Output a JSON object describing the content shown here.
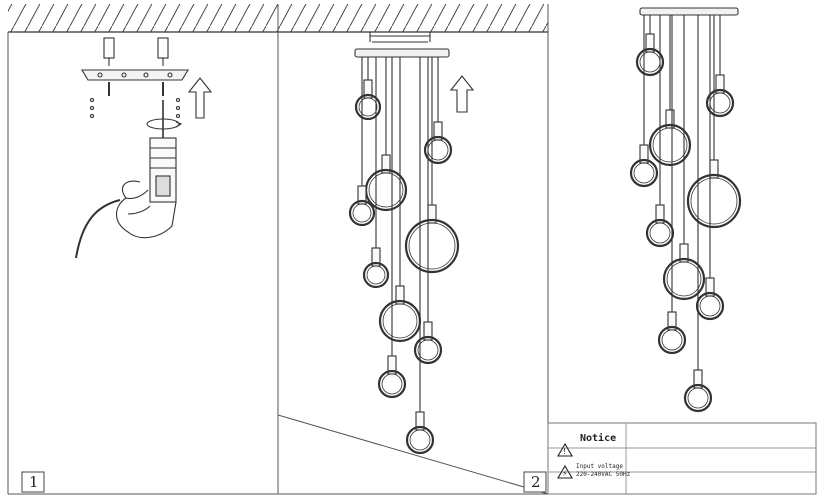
{
  "panels": [
    {
      "step": "1"
    },
    {
      "step": "2"
    }
  ],
  "notice_box": {
    "notice_label": "Notice",
    "voltage_label": "Input voltage",
    "voltage_value": "220-240VAC 50Hz"
  }
}
